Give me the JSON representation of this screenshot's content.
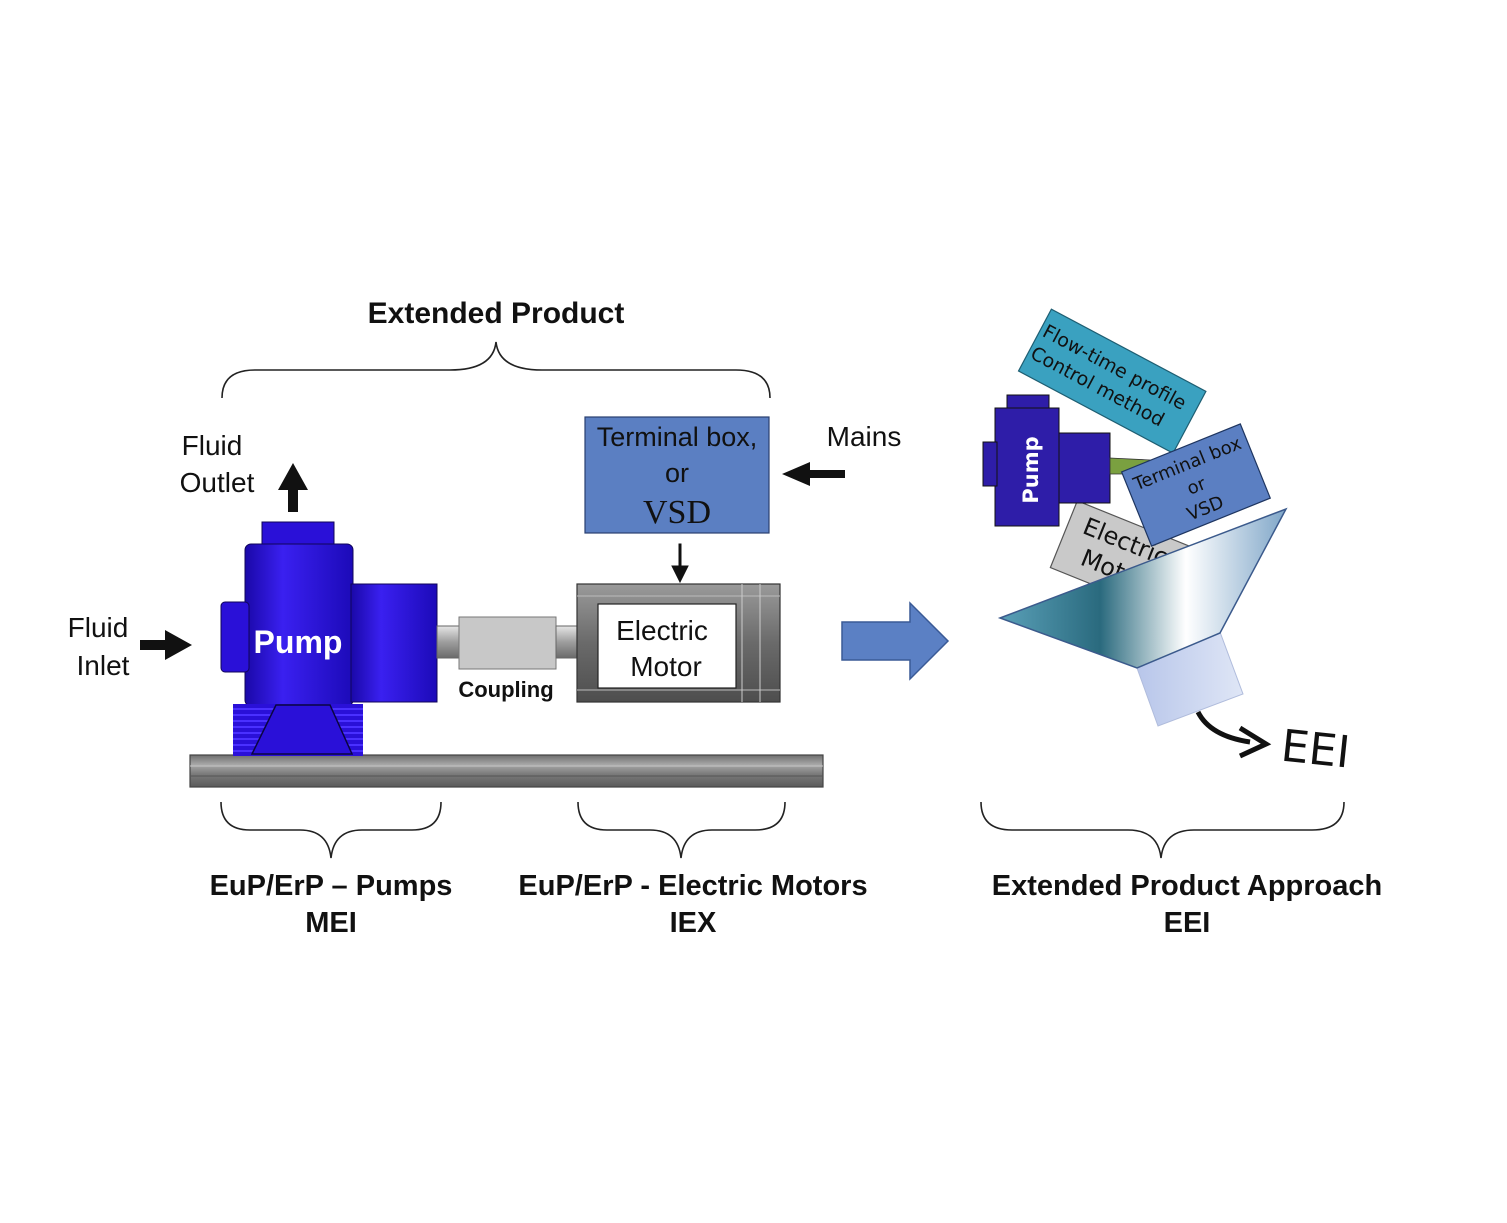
{
  "top_brace_label": "Extended Product",
  "fluid_outlet": {
    "line1": "Fluid",
    "line2": "Outlet"
  },
  "fluid_inlet": {
    "line1": "Fluid",
    "line2": "Inlet"
  },
  "pump_label": "Pump",
  "coupling_label": "Coupling",
  "motor_label": {
    "line1": "Electric",
    "line2": "Motor"
  },
  "terminal_box": {
    "line1": "Terminal box,",
    "line2": "or",
    "line3": "VSD"
  },
  "mains_label": "Mains",
  "bottom_labels": {
    "pumps": {
      "line1": "EuP/ErP – Pumps",
      "line2": "MEI"
    },
    "motors": {
      "line1": "EuP/ErP - Electric Motors",
      "line2": "IEX"
    },
    "approach": {
      "line1": "Extended Product Approach",
      "line2": "EEI"
    }
  },
  "funnel": {
    "flow_box": {
      "line1": "Flow-time profile",
      "line2": "Control method"
    },
    "pump": "Pump",
    "terminal_box": {
      "line1": "Terminal box",
      "line2": "or",
      "line3": "VSD"
    },
    "motor": {
      "line1": "Electric",
      "line2": "Motor"
    },
    "output": "EEI"
  },
  "colors": {
    "pump_blue": "#2a10d8",
    "box_blue": "#5b7fc2",
    "flow_teal": "#3aa1c0",
    "arrow_blue": "#5b80c4",
    "gray": "#8a8a8a"
  }
}
